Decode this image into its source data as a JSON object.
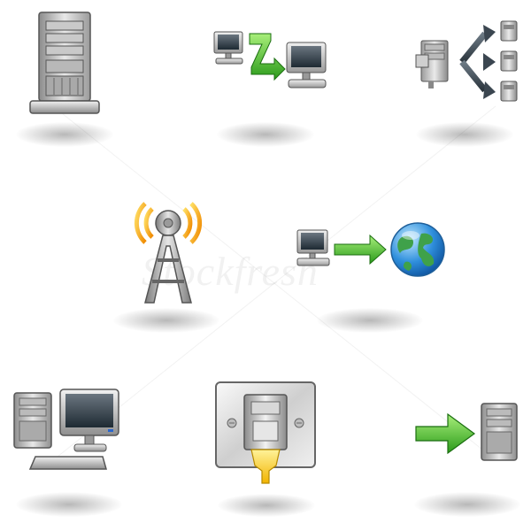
{
  "watermark": {
    "text": "Stockfresh"
  },
  "icons": [
    {
      "name": "server-tower"
    },
    {
      "name": "computer-to-computer-transfer"
    },
    {
      "name": "server-distribution"
    },
    {
      "name": "wireless-tower"
    },
    {
      "name": "computer-to-internet"
    },
    {
      "name": "desktop-computer"
    },
    {
      "name": "ethernet-port"
    },
    {
      "name": "arrow-to-server"
    }
  ]
}
